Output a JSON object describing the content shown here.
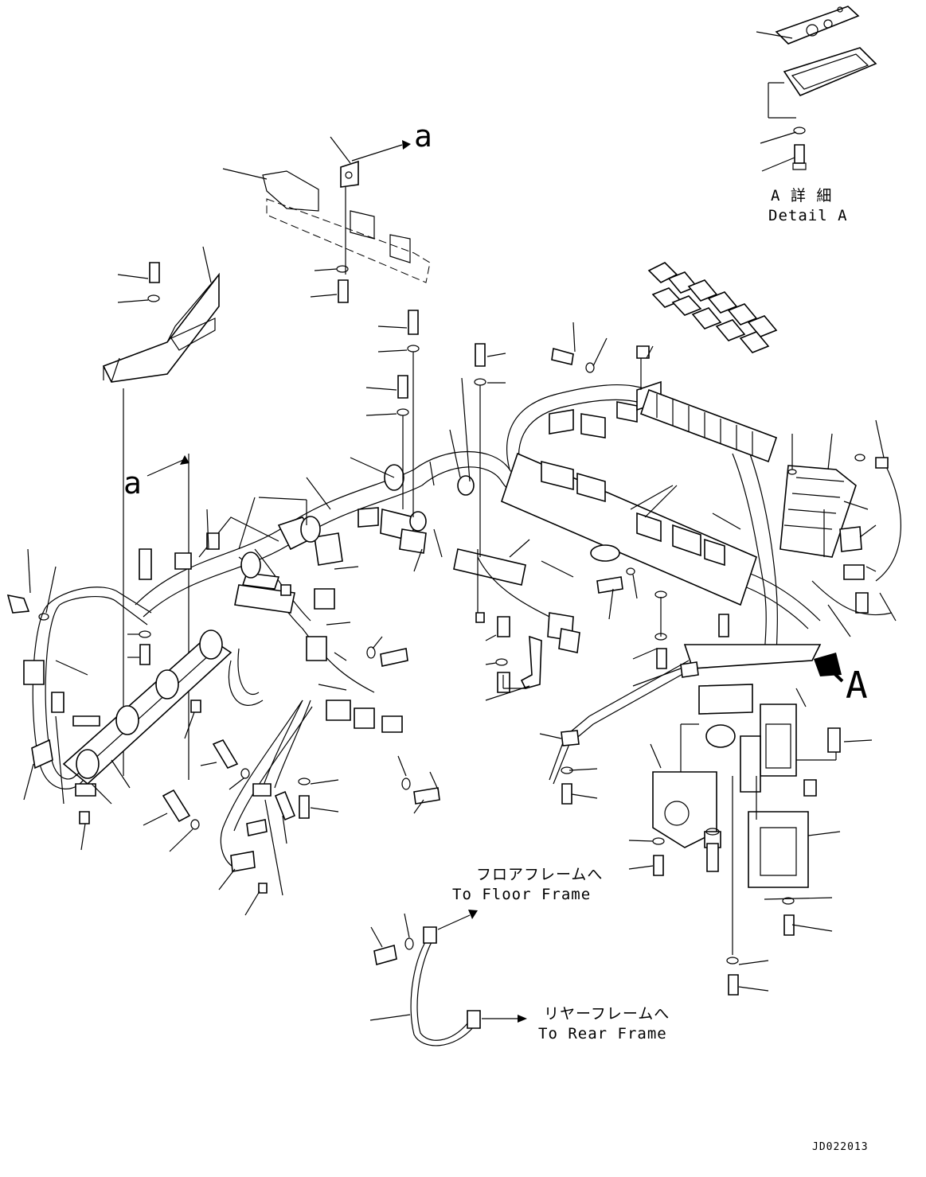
{
  "labels": {
    "ref_a_top": "a",
    "ref_a_left": "a",
    "ref_A": "A",
    "detail_jp": "A 詳 細",
    "detail_en": "Detail A",
    "floor_jp": "フロアフレームへ",
    "floor_en": "To Floor Frame",
    "rear_jp": "リヤーフレームへ",
    "rear_en": "To Rear Frame",
    "drawing_code": "JD022013"
  }
}
